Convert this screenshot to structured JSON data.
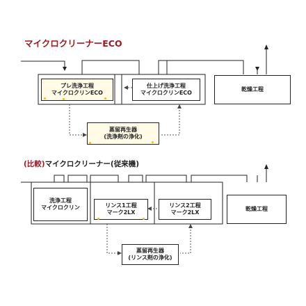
{
  "eco": {
    "title": "マイクロクリーナーECO",
    "prewash": {
      "line1": "プレ洗浄工程",
      "line2": "マイクロクリンECO"
    },
    "finishwash": {
      "line1": "仕上げ洗浄工程",
      "line2": "マイクロクリンECO"
    },
    "dry": {
      "label": "乾燥工程"
    },
    "regen": {
      "line1": "蒸留再生器",
      "line2": "(洗浄剤の浄化)"
    }
  },
  "compare": {
    "tag": "(比較)",
    "title": "マイクロクリーナー(従来機)",
    "wash": {
      "line1": "洗浄工程",
      "line2": "マイクロクリン"
    },
    "rinse1": {
      "line1": "リンス1工程",
      "line2": "マーク2LX"
    },
    "rinse2": {
      "line1": "リンス2工程",
      "line2": "マーク2LX"
    },
    "dry": {
      "label": "乾燥工程"
    },
    "regen": {
      "line1": "蒸留再生器",
      "line2": "(リンス剤の浄化)"
    }
  },
  "colors": {
    "accent": "#9b1a22",
    "highlight_bg": "#fffbe6",
    "dots": "#e8c21a"
  }
}
